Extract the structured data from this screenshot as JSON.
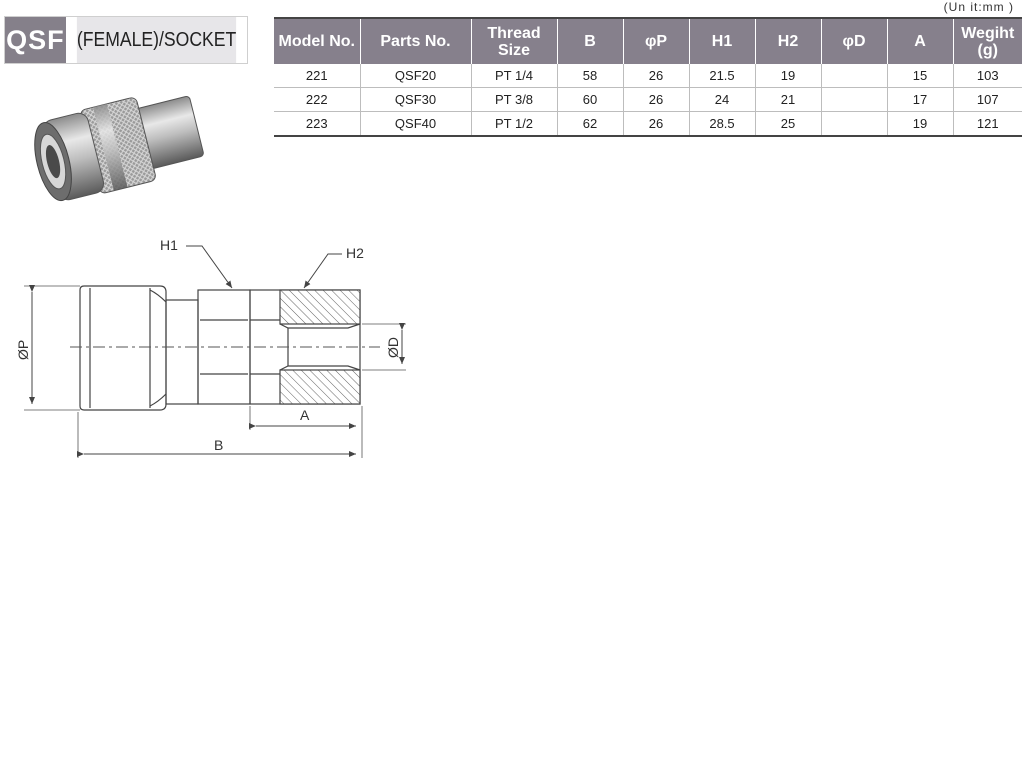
{
  "header": {
    "code": "QSF",
    "name": "(FEMALE)/SOCKET",
    "unit_note": "(Un it:mm )"
  },
  "table": {
    "columns": [
      "Model No.",
      "Parts No.",
      "Thread Size",
      "B",
      "φP",
      "H1",
      "H2",
      "φD",
      "A",
      "Wegiht (g)"
    ],
    "rows": [
      [
        "221",
        "QSF20",
        "PT 1/4",
        "58",
        "26",
        "21.5",
        "19",
        "",
        "15",
        "103"
      ],
      [
        "222",
        "QSF30",
        "PT 3/8",
        "60",
        "26",
        "24",
        "21",
        "",
        "17",
        "107"
      ],
      [
        "223",
        "QSF40",
        "PT 1/2",
        "62",
        "26",
        "28.5",
        "25",
        "",
        "19",
        "121"
      ]
    ]
  },
  "drawing": {
    "labels": {
      "h1": "H1",
      "h2": "H2",
      "p": "ØP",
      "d": "ØD",
      "a": "A",
      "b": "B"
    }
  }
}
